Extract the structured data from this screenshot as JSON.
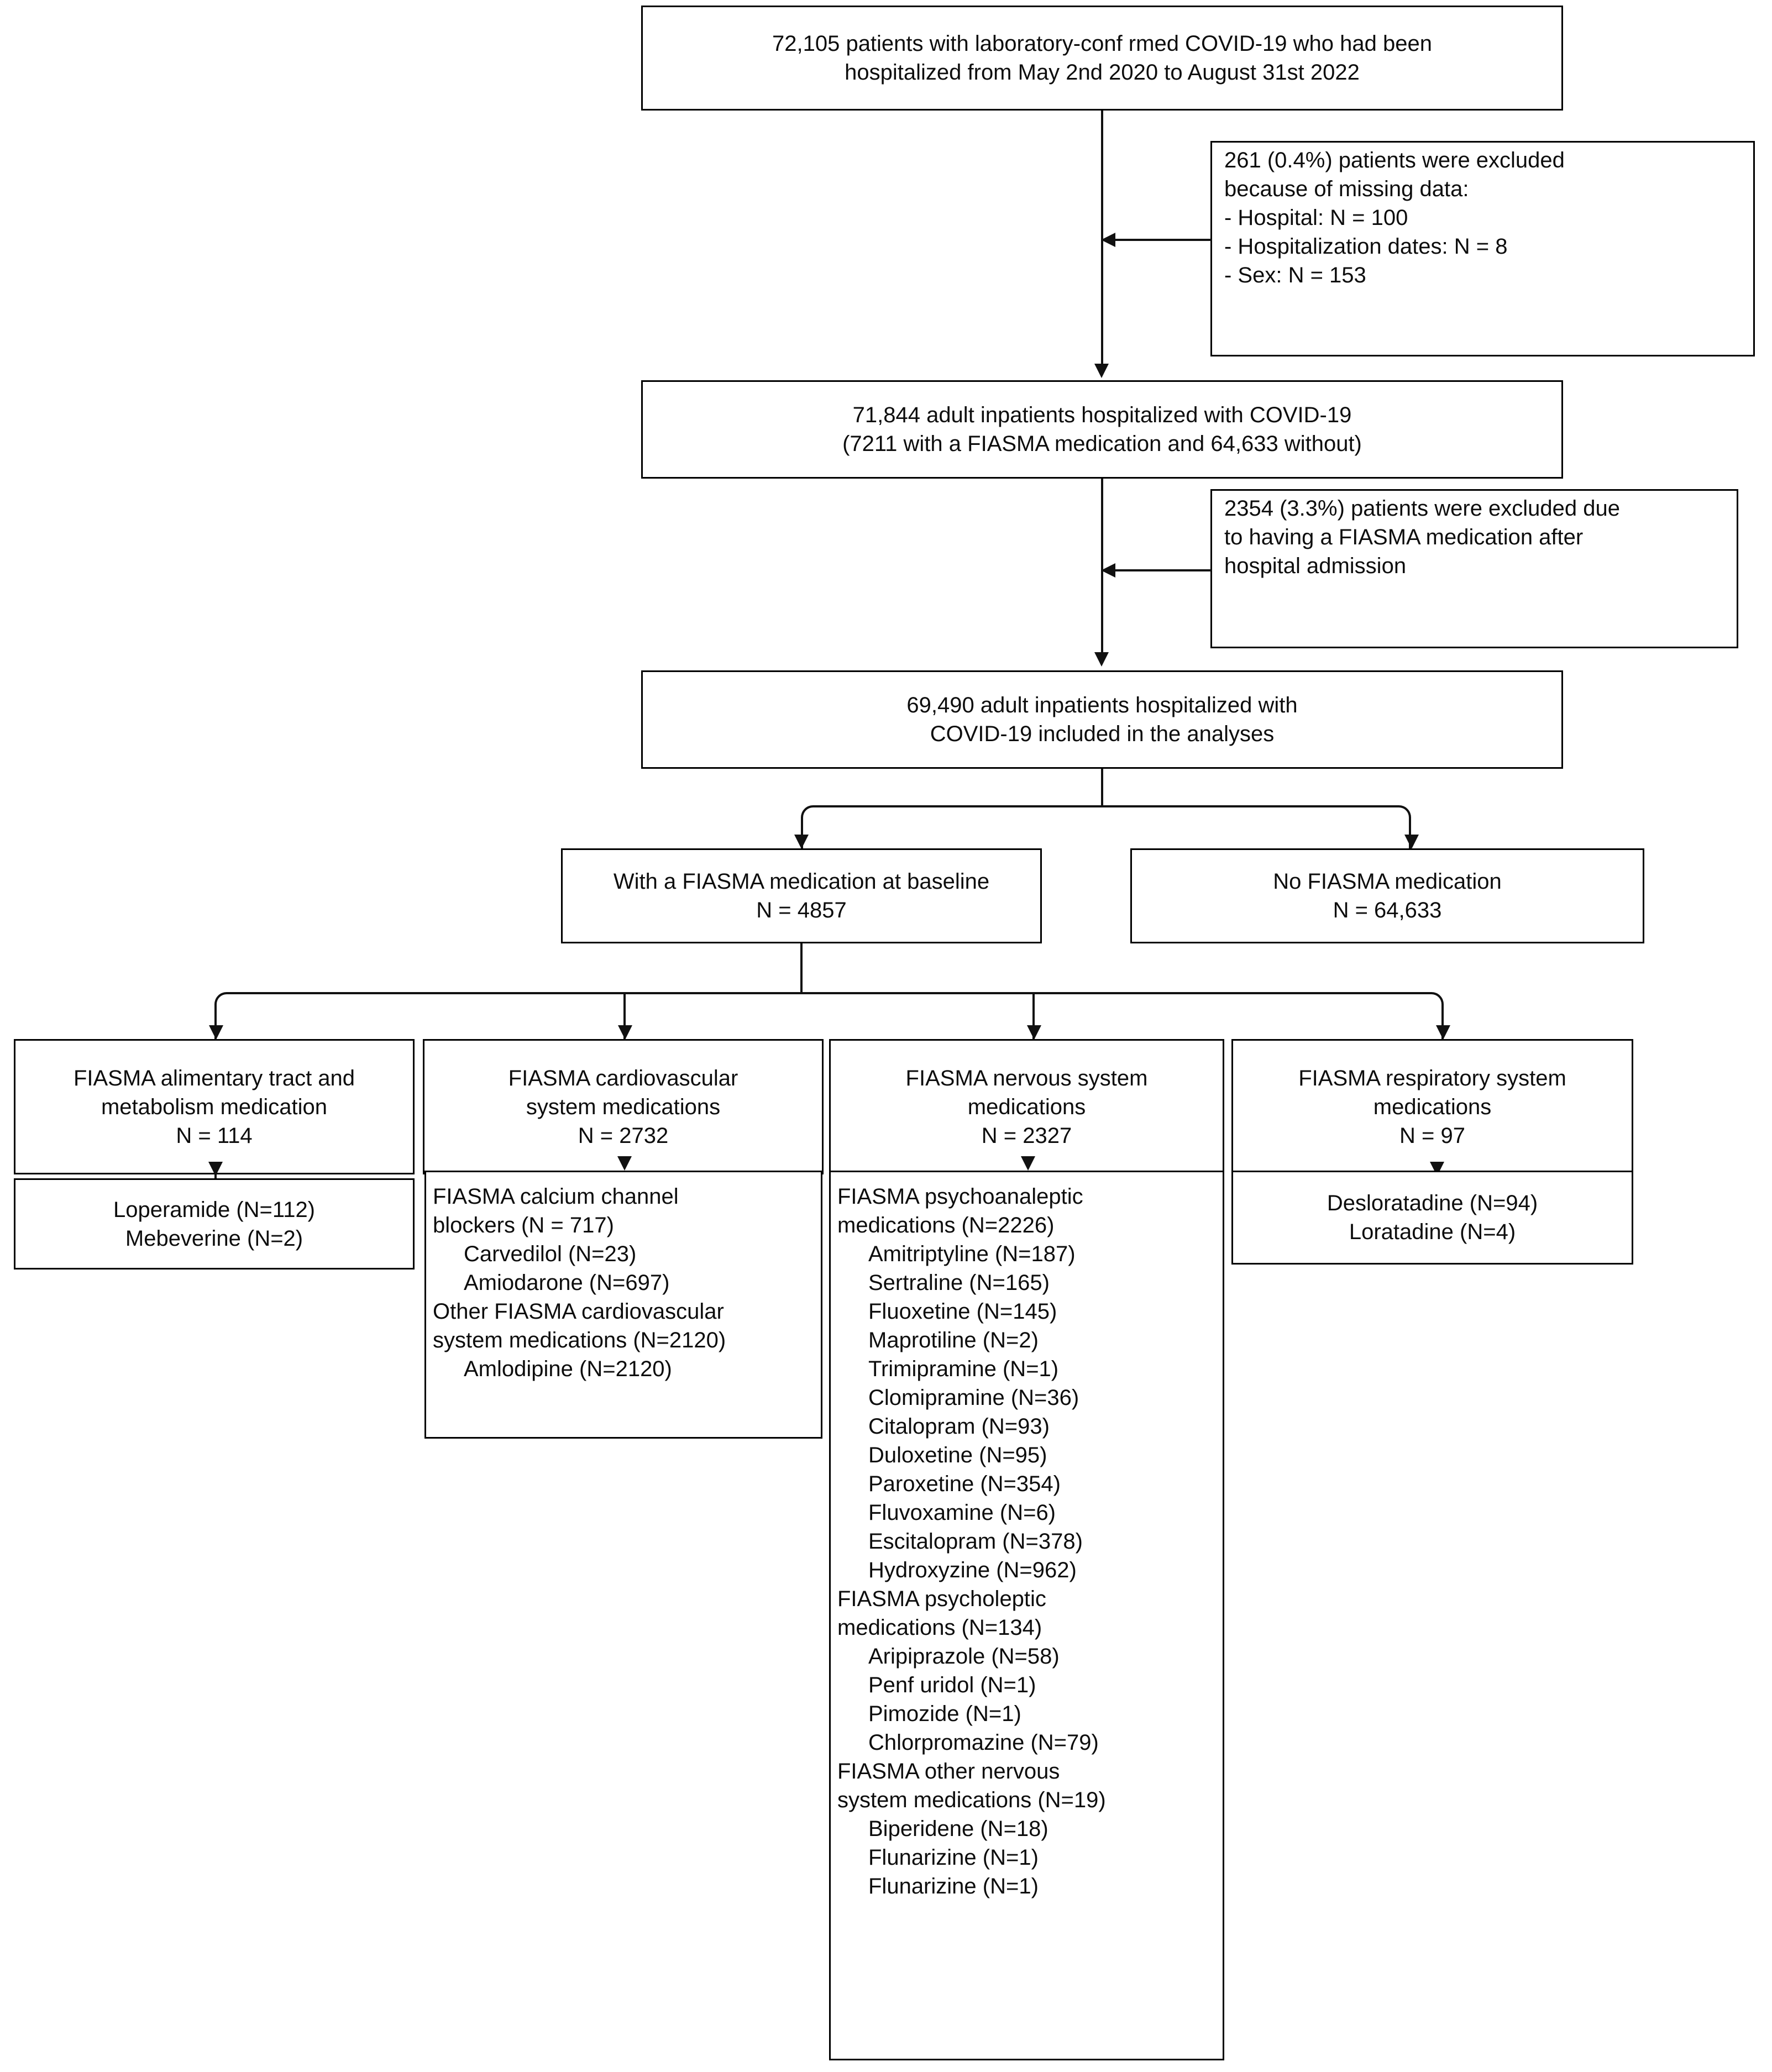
{
  "flowchart": {
    "type": "study-flow-diagram",
    "nodes": {
      "cohort_initial": {
        "lines": [
          "72,105 patients with laboratory-conf rmed COVID-19 who had been",
          "hospitalized from May 2nd 2020 to August 31st 2022"
        ],
        "n": 72105
      },
      "exclusion_1": {
        "lines": [
          "261 (0.4%) patients were excluded",
          "because of missing data:",
          "- Hospital: N = 100",
          "- Hospitalization dates: N = 8",
          "- Sex: N = 153"
        ],
        "n": 261,
        "percent": "0.4%"
      },
      "cohort_after_exclusion_1": {
        "lines": [
          "71,844 adult inpatients hospitalized with COVID-19",
          "(7211 with a FIASMA medication and 64,633 without)"
        ],
        "n": 71844
      },
      "exclusion_2": {
        "lines": [
          "2354 (3.3%) patients were excluded due",
          "to having a FIASMA medication after",
          "hospital admission"
        ],
        "n": 2354,
        "percent": "3.3%"
      },
      "cohort_analyzed": {
        "lines": [
          "69,490 adult inpatients hospitalized with",
          "COVID-19 included in the analyses"
        ],
        "n": 69490
      },
      "arm_fiasma": {
        "lines": [
          "With a FIASMA medication at baseline",
          "N = 4857"
        ],
        "n": 4857
      },
      "arm_no_fiasma": {
        "lines": [
          "No FIASMA medication",
          "N = 64,633"
        ],
        "n": 64633
      },
      "cat_alimentary": {
        "lines": [
          "FIASMA alimentary tract and",
          "metabolism medication",
          "N = 114"
        ],
        "n": 114
      },
      "cat_cardiovascular": {
        "lines": [
          "FIASMA cardiovascular",
          "system medications",
          "N = 2732"
        ],
        "n": 2732
      },
      "cat_nervous": {
        "lines": [
          "FIASMA nervous system",
          "medications",
          "N = 2327"
        ],
        "n": 2327
      },
      "cat_respiratory": {
        "lines": [
          "FIASMA respiratory system",
          "medications",
          "N = 97"
        ],
        "n": 97
      },
      "detail_alimentary": {
        "lines": [
          {
            "text": "Loperamide (N=112)",
            "indent": false
          },
          {
            "text": "Mebeverine (N=2)",
            "indent": false
          }
        ]
      },
      "detail_cardiovascular": {
        "lines": [
          {
            "text": "FIASMA calcium channel",
            "indent": false
          },
          {
            "text": "blockers (N = 717)",
            "indent": false
          },
          {
            "text": "Carvedilol (N=23)",
            "indent": true
          },
          {
            "text": "Amiodarone (N=697)",
            "indent": true
          },
          {
            "text": "Other FIASMA cardiovascular",
            "indent": false
          },
          {
            "text": "system medications (N=2120)",
            "indent": false
          },
          {
            "text": "Amlodipine (N=2120)",
            "indent": true
          }
        ]
      },
      "detail_nervous": {
        "lines": [
          {
            "text": "FIASMA psychoanaleptic",
            "indent": false
          },
          {
            "text": "medications (N=2226)",
            "indent": false
          },
          {
            "text": "Amitriptyline (N=187)",
            "indent": true
          },
          {
            "text": "Sertraline (N=165)",
            "indent": true
          },
          {
            "text": "Fluoxetine (N=145)",
            "indent": true
          },
          {
            "text": "Maprotiline (N=2)",
            "indent": true
          },
          {
            "text": "Trimipramine (N=1)",
            "indent": true
          },
          {
            "text": "Clomipramine (N=36)",
            "indent": true
          },
          {
            "text": "Citalopram (N=93)",
            "indent": true
          },
          {
            "text": "Duloxetine (N=95)",
            "indent": true
          },
          {
            "text": "Paroxetine (N=354)",
            "indent": true
          },
          {
            "text": "Fluvoxamine (N=6)",
            "indent": true
          },
          {
            "text": "Escitalopram (N=378)",
            "indent": true
          },
          {
            "text": "Hydroxyzine (N=962)",
            "indent": true
          },
          {
            "text": "FIASMA psycholeptic",
            "indent": false
          },
          {
            "text": "medications (N=134)",
            "indent": false
          },
          {
            "text": "Aripiprazole (N=58)",
            "indent": true
          },
          {
            "text": "Penf uridol (N=1)",
            "indent": true
          },
          {
            "text": "Pimozide (N=1)",
            "indent": true
          },
          {
            "text": "Chlorpromazine (N=79)",
            "indent": true
          },
          {
            "text": "FIASMA other nervous",
            "indent": false
          },
          {
            "text": "system medications (N=19)",
            "indent": false
          },
          {
            "text": "Biperidene (N=18)",
            "indent": true
          },
          {
            "text": "Flunarizine (N=1)",
            "indent": true
          },
          {
            "text": "Flunarizine (N=1)",
            "indent": true
          }
        ]
      },
      "detail_respiratory": {
        "lines": [
          {
            "text": "Desloratadine (N=94)",
            "indent": false
          },
          {
            "text": "Loratadine (N=4)",
            "indent": false
          }
        ]
      }
    }
  }
}
